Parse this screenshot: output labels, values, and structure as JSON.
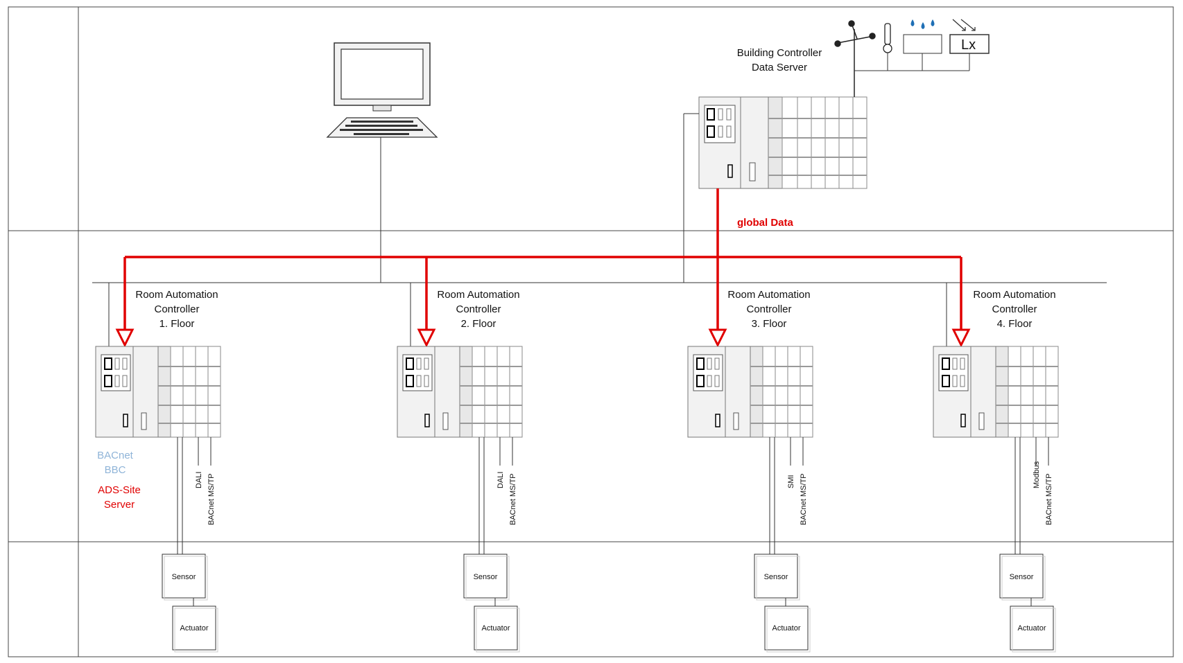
{
  "colors": {
    "accent_red": "#e00000",
    "bacnet_blue": "#8fb4d8",
    "line": "#333333",
    "device_fill": "#f2f2f2"
  },
  "building_controller": {
    "title_line1": "Building Controller",
    "title_line2": "Data Server",
    "global_data_label": "global Data",
    "sensors": [
      "wind-sensor-icon",
      "thermometer-icon",
      "rain-sensor-icon",
      "lux-sensor-icon"
    ],
    "lux_label": "Lx"
  },
  "workstation": {
    "icon": "computer-icon"
  },
  "floors": [
    {
      "title1": "Room Automation",
      "title2": "Controller",
      "floor": "1. Floor",
      "bus1": "DALI",
      "bus2": "BACnet MS/TP",
      "sensor": "Sensor",
      "actuator": "Actuator"
    },
    {
      "title1": "Room Automation",
      "title2": "Controller",
      "floor": "2. Floor",
      "bus1": "DALI",
      "bus2": "BACnet MS/TP",
      "sensor": "Sensor",
      "actuator": "Actuator"
    },
    {
      "title1": "Room Automation",
      "title2": "Controller",
      "floor": "3. Floor",
      "bus1": "SMI",
      "bus2": "BACnet MS/TP",
      "sensor": "Sensor",
      "actuator": "Actuator"
    },
    {
      "title1": "Room Automation",
      "title2": "Controller",
      "floor": "4. Floor",
      "bus1": "Modbus",
      "bus2": "BACnet MS/TP",
      "sensor": "Sensor",
      "actuator": "Actuator"
    }
  ],
  "floor1_extra": {
    "bacnet1": "BACnet",
    "bacnet2": "BBC",
    "ads1": "ADS-Site",
    "ads2": "Server"
  }
}
